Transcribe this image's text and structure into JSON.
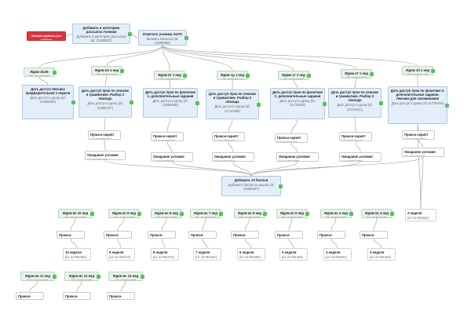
{
  "colors": {
    "edge": "#9a9a9a",
    "start": "#d9363e",
    "action": "#e3eef9",
    "wait": "#e7f3ea",
    "port": "#5cbf5c"
  },
  "nodes": [
    {
      "id": "start",
      "kind": "start",
      "title": "Начало работы (из скобок)",
      "sub": ""
    },
    {
      "id": "add_cat",
      "kind": "action",
      "title": "Добавить в категорию рассылок Ученики",
      "sub": "Добавить в категорию рассылок (id: 21686037)"
    },
    {
      "id": "mark_auto",
      "kind": "action",
      "title": "Отметить ученика AUTO",
      "sub": "Вызвать Бизнеса (id: 21686058)"
    },
    {
      "id": "w2506",
      "kind": "wait",
      "title": "Ждем 25.06",
      "sub": "(id: 21686285)"
    },
    {
      "id": "w_mon1",
      "kind": "wait",
      "title": "Ждем пн 1 нед",
      "sub": "(id: 21686424)"
    },
    {
      "id": "w_tue1",
      "kind": "wait",
      "title": "Ждем вт 1 нед",
      "sub": "(id: 21686501)"
    },
    {
      "id": "w_wed1",
      "kind": "wait",
      "title": "Ждем ср 1 нед",
      "sub": "(id: 21710644)"
    },
    {
      "id": "w_thu1",
      "kind": "wait",
      "title": "Ждем чт 1 нед",
      "sub": "(id: 21710460)"
    },
    {
      "id": "w_fri1",
      "kind": "wait",
      "title": "Ждем пт 1 нед",
      "sub": "(id: 21718464)"
    },
    {
      "id": "w_sat1",
      "kind": "wait",
      "title": "Ждем сб 1 нед",
      "sub": "(id: 21715147)"
    },
    {
      "id": "a_intro",
      "kind": "action",
      "title": "Дать доступ Лексика предварительная 1 недели",
      "sub": "Дать доступ к уроку (id: 21686082)"
    },
    {
      "id": "a_lex1",
      "kind": "action",
      "title": "Дать доступ Урок по лексике и грамматике. Разбор 1 эпизода",
      "sub": "Дать доступ к уроку (id: 21686427)"
    },
    {
      "id": "a_phon1",
      "kind": "action",
      "title": "Дать доступ Урок по фонетике 1. дополнительные задания",
      "sub": "Дать доступ к уроку (id: 21686506)"
    },
    {
      "id": "a_lex2",
      "kind": "action",
      "title": "Дать доступ Урок по лексике и грамматике. Разбор 2 эпизода",
      "sub": "Дать доступ к уроку (id: 21710456)"
    },
    {
      "id": "a_phon2",
      "kind": "action",
      "title": "Дать доступ Урок по фонетике 2. дополнительные задания",
      "sub": "Дать доступ к уроку (id: 21711629)"
    },
    {
      "id": "a_lex3",
      "kind": "action",
      "title": "Дать доступ Урок по лексике и грамматике. Разбор 3 эпизода",
      "sub": "Дать доступ к уроку (id: 21711631)"
    },
    {
      "id": "a_phon3",
      "kind": "action",
      "title": "Дать доступ Урок по фонетике 3. дополнительные задания. Лексика для запоминания",
      "sub": "Дать доступ к уроку (id: 21715164)"
    },
    {
      "id": "px1",
      "kind": "proxy",
      "title": "Прокси-скрипт",
      "sub": "(id: 21686431)"
    },
    {
      "id": "px2",
      "kind": "proxy",
      "title": "Прокси-скрипт",
      "sub": "(id: 21686510)"
    },
    {
      "id": "px3",
      "kind": "proxy",
      "title": "Прокси-скрипт",
      "sub": "(id: 21710461)"
    },
    {
      "id": "px4",
      "kind": "proxy",
      "title": "Прокси-скрипт",
      "sub": "(id: 21711630)"
    },
    {
      "id": "px5",
      "kind": "proxy",
      "title": "Прокси-скрипт",
      "sub": "(id: 21711632)"
    },
    {
      "id": "px6",
      "kind": "proxy",
      "title": "Прокси-скрипт",
      "sub": "(id: 21715165)"
    },
    {
      "id": "c1",
      "kind": "cond",
      "title": "Ожидание условия",
      "sub": "(id: 21686436)"
    },
    {
      "id": "c2",
      "kind": "cond",
      "title": "Ожидание условия",
      "sub": "(id: 21686515)"
    },
    {
      "id": "c3",
      "kind": "cond",
      "title": "Ожидание условия",
      "sub": "(id: 21710464)"
    },
    {
      "id": "c4",
      "kind": "cond",
      "title": "Ожидание условия",
      "sub": "(id: 21711633)"
    },
    {
      "id": "c5",
      "kind": "cond",
      "title": "Ожидание условия",
      "sub": "(id: 21711635)"
    },
    {
      "id": "c6",
      "kind": "cond",
      "title": "Ожидание условия",
      "sub": "(id: 21715166)"
    },
    {
      "id": "score",
      "kind": "action",
      "title": "Добавить 10 баллов",
      "sub": "Добавить баллы по шкале (id: 21686437)"
    },
    {
      "id": "w_sun10",
      "kind": "wait",
      "title": "Ждем вс 10 нед",
      "sub": "(id: 21794478)"
    },
    {
      "id": "w_sun9",
      "kind": "wait",
      "title": "Ждем вс 9 нед",
      "sub": "(id: 21794479)"
    },
    {
      "id": "w_sun8",
      "kind": "wait",
      "title": "Ждем вс 8 нед",
      "sub": "(id: 21794480)"
    },
    {
      "id": "w_sun7",
      "kind": "wait",
      "title": "Ждем вс 7 нед",
      "sub": "(id: 21794481)"
    },
    {
      "id": "w_sun6",
      "kind": "wait",
      "title": "Ждем вс 6 нед",
      "sub": "(id: 21794482)"
    },
    {
      "id": "w_sun5",
      "kind": "wait",
      "title": "Ждем вс 5 нед",
      "sub": "(id: 21794483)"
    },
    {
      "id": "w_sun4",
      "kind": "wait",
      "title": "Ждем вс 4 нед",
      "sub": "(id: 21794484)"
    },
    {
      "id": "w_sun3",
      "kind": "wait",
      "title": "Ждем вс 3 нед",
      "sub": "(id: 21794240)"
    },
    {
      "id": "wk2",
      "kind": "small",
      "title": "2 неделя",
      "sub": "(id: 21794242)"
    },
    {
      "id": "bp10",
      "kind": "proxy",
      "title": "Прокси-скрипт",
      "sub": ""
    },
    {
      "id": "bp9",
      "kind": "proxy",
      "title": "Прокси-скрипт",
      "sub": ""
    },
    {
      "id": "bp8",
      "kind": "proxy",
      "title": "Прокси-скрипт",
      "sub": ""
    },
    {
      "id": "bp7",
      "kind": "proxy",
      "title": "Прокси-скрипт",
      "sub": ""
    },
    {
      "id": "bp6",
      "kind": "proxy",
      "title": "Прокси-скрипт",
      "sub": ""
    },
    {
      "id": "bp5",
      "kind": "proxy",
      "title": "Прокси-скрипт",
      "sub": ""
    },
    {
      "id": "bp4",
      "kind": "proxy",
      "title": "Прокси-скрипт",
      "sub": ""
    },
    {
      "id": "bp3",
      "kind": "proxy",
      "title": "Прокси-скрипт",
      "sub": ""
    },
    {
      "id": "wk10",
      "kind": "small",
      "title": "10 неделя",
      "sub": "(id: 21794480)"
    },
    {
      "id": "wk9",
      "kind": "small",
      "title": "9 неделя",
      "sub": "(id: 21794473)"
    },
    {
      "id": "wk8",
      "kind": "small",
      "title": "8 неделя",
      "sub": "(id: 21794472)"
    },
    {
      "id": "wk7",
      "kind": "small",
      "title": "7 неделя",
      "sub": "(id: 21794437)"
    },
    {
      "id": "wk6",
      "kind": "small",
      "title": "6 неделя",
      "sub": "(id: 21794465)"
    },
    {
      "id": "wk5",
      "kind": "small",
      "title": "5 неделя",
      "sub": "(id: 21794428)"
    },
    {
      "id": "wk4",
      "kind": "small",
      "title": "4 неделя",
      "sub": "(id: 21794251)"
    },
    {
      "id": "wk3",
      "kind": "small",
      "title": "3 неделя",
      "sub": "(id: 21794240)"
    },
    {
      "id": "w_sun11",
      "kind": "wait",
      "title": "Ждем вс 11 нед",
      "sub": "(id: 21801744)"
    },
    {
      "id": "w_sun12",
      "kind": "wait",
      "title": "Ждем вс 12 нед",
      "sub": "(id: 21801888)"
    },
    {
      "id": "w_sun13",
      "kind": "wait",
      "title": "Ждем вс 13 нед",
      "sub": "(id: 21801868)"
    },
    {
      "id": "bp11",
      "kind": "proxy",
      "title": "Прокси-скрипт",
      "sub": ""
    },
    {
      "id": "bp12",
      "kind": "proxy",
      "title": "Прокси-скрипт",
      "sub": ""
    },
    {
      "id": "bp13",
      "kind": "proxy",
      "title": "Прокси-скрипт",
      "sub": ""
    }
  ],
  "edges": [
    [
      "start",
      "add_cat"
    ],
    [
      "add_cat",
      "mark_auto"
    ],
    [
      "mark_auto",
      "w2506"
    ],
    [
      "mark_auto",
      "w_mon1"
    ],
    [
      "mark_auto",
      "w_tue1"
    ],
    [
      "mark_auto",
      "w_wed1"
    ],
    [
      "mark_auto",
      "w_thu1"
    ],
    [
      "mark_auto",
      "w_fri1"
    ],
    [
      "mark_auto",
      "w_sat1"
    ],
    [
      "w2506",
      "a_intro"
    ],
    [
      "w_mon1",
      "a_lex1"
    ],
    [
      "w_tue1",
      "a_phon1"
    ],
    [
      "w_wed1",
      "a_lex2"
    ],
    [
      "w_thu1",
      "a_phon2"
    ],
    [
      "w_fri1",
      "a_lex3"
    ],
    [
      "w_sat1",
      "a_phon3"
    ],
    [
      "a_lex1",
      "px1"
    ],
    [
      "a_phon1",
      "px2"
    ],
    [
      "a_lex2",
      "px3"
    ],
    [
      "a_phon2",
      "px4"
    ],
    [
      "a_lex3",
      "px5"
    ],
    [
      "a_phon3",
      "px6"
    ],
    [
      "px1",
      "c1"
    ],
    [
      "px2",
      "c2"
    ],
    [
      "px3",
      "c3"
    ],
    [
      "px4",
      "c4"
    ],
    [
      "px5",
      "c5"
    ],
    [
      "px6",
      "c6"
    ],
    [
      "c1",
      "score"
    ],
    [
      "c2",
      "score"
    ],
    [
      "c3",
      "score"
    ],
    [
      "c4",
      "score"
    ],
    [
      "c5",
      "score"
    ],
    [
      "c6",
      "score"
    ],
    [
      "w_sun10",
      "bp10"
    ],
    [
      "w_sun9",
      "bp9"
    ],
    [
      "w_sun8",
      "bp8"
    ],
    [
      "w_sun7",
      "bp7"
    ],
    [
      "w_sun6",
      "bp6"
    ],
    [
      "w_sun5",
      "bp5"
    ],
    [
      "w_sun4",
      "bp4"
    ],
    [
      "w_sun3",
      "bp3"
    ],
    [
      "bp10",
      "wk10"
    ],
    [
      "bp9",
      "wk9"
    ],
    [
      "bp8",
      "wk8"
    ],
    [
      "bp7",
      "wk7"
    ],
    [
      "bp6",
      "wk6"
    ],
    [
      "bp5",
      "wk5"
    ],
    [
      "bp4",
      "wk4"
    ],
    [
      "bp3",
      "wk3"
    ],
    [
      "w_sun11",
      "bp11"
    ],
    [
      "w_sun12",
      "bp12"
    ],
    [
      "w_sun13",
      "bp13"
    ],
    [
      "a_phon3",
      "wk2"
    ],
    [
      "c6",
      "wk2"
    ]
  ]
}
